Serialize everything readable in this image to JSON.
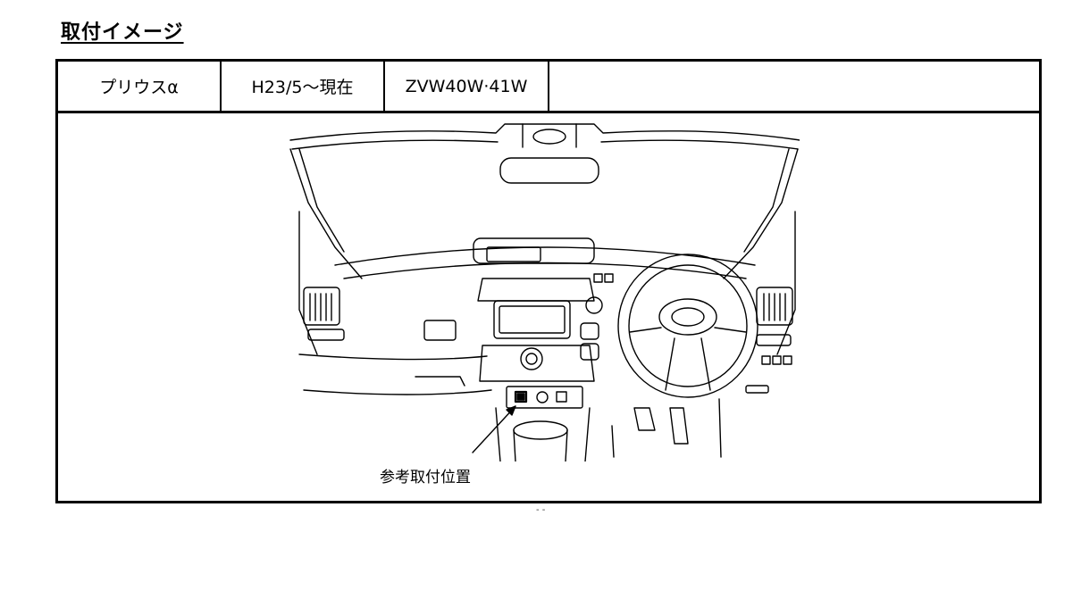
{
  "document": {
    "title": "取付イメージ"
  },
  "spec_table": {
    "model": "プリウスα",
    "period": "H23/5～現在",
    "chassis": "ZVW40W·41W",
    "extra": ""
  },
  "illustration": {
    "callout_label": "参考取付位置",
    "icon": "car-dashboard-illustration"
  },
  "footer": {
    "mark": "- -"
  }
}
